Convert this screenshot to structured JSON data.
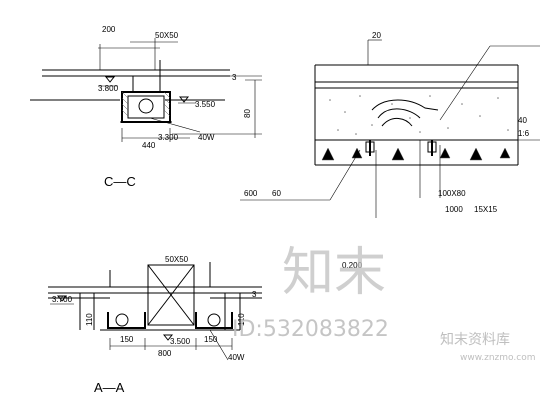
{
  "section_cc": {
    "title": "C—C",
    "dims": {
      "top_width": "200",
      "anchor": "50X50",
      "right": "3",
      "elev_left": "3.800",
      "elev_right": "3.550",
      "elev_bottom": "3.300",
      "base": "440",
      "light": "40W",
      "height": "80"
    }
  },
  "section_aa": {
    "title": "A—A",
    "dims": {
      "anchor": "50X50",
      "right": "3",
      "elev_left": "3.700",
      "elev_mid": "3.500",
      "v_left": "110",
      "v_right": "110",
      "dim_150a": "150",
      "dim_800": "800",
      "dim_150b": "150",
      "light": "40W"
    }
  },
  "detail": {
    "top": "20",
    "side_40": "40",
    "ratio": "1:6",
    "dim_600": "600",
    "dim_60": "60",
    "size": "100X80",
    "spacing": "1000",
    "bolt": "15X15",
    "elev": "0.200"
  },
  "watermark": {
    "brand": "知末",
    "id_text": "ID:532083822",
    "site": "知末资料库",
    "url": "www.znzmo.com"
  }
}
